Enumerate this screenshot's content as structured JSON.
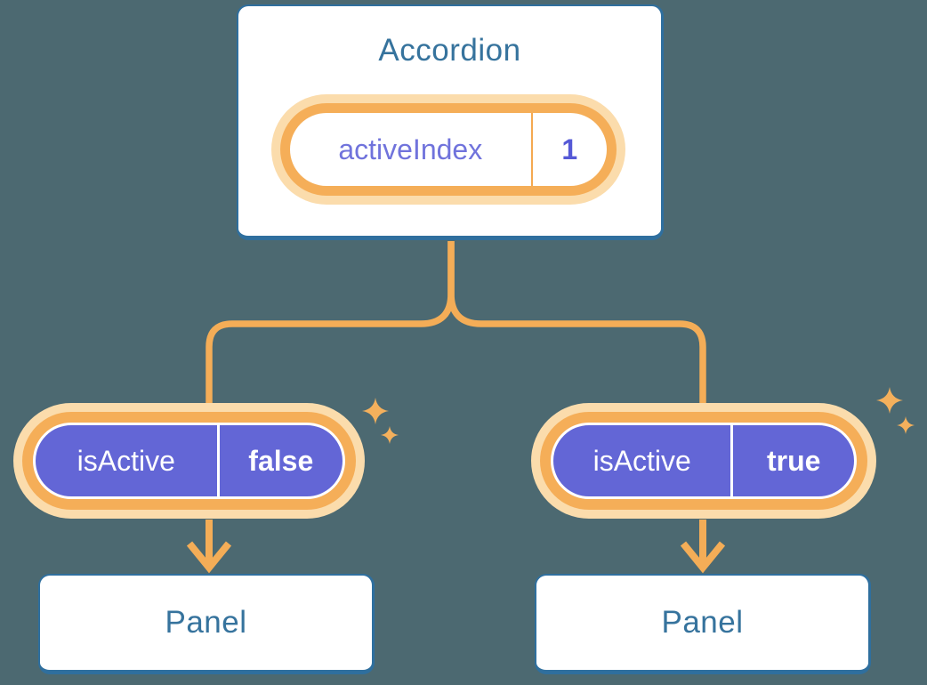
{
  "diagram": {
    "root_component": {
      "title": "Accordion",
      "state_pill": {
        "label": "activeIndex",
        "value": "1"
      }
    },
    "children": [
      {
        "prop_pill": {
          "label": "isActive",
          "value": "false"
        },
        "component": {
          "title": "Panel"
        }
      },
      {
        "prop_pill": {
          "label": "isActive",
          "value": "true"
        },
        "component": {
          "title": "Panel"
        }
      }
    ]
  },
  "icons": {
    "sparkle-icon": "✦ four-point star",
    "arrow-down-icon": "↓ chevron arrow"
  },
  "colors": {
    "background": "#4C6971",
    "box_fill": "#FFFFFF",
    "box_border": "#2F6F9E",
    "component_text": "#36739D",
    "pill_ring_orange": "#F5AE58",
    "pill_halo_light": "#FBDCAC",
    "connector_orange": "#F4AD57",
    "sparkle_orange": "#F4B05C",
    "prop_pill_purple": "#6366D6",
    "prop_pill_text": "#FFFFFF",
    "state_label_purple": "#7073DC",
    "state_value_purple": "#5559D6",
    "state_divider_orange": "#F5A950"
  }
}
